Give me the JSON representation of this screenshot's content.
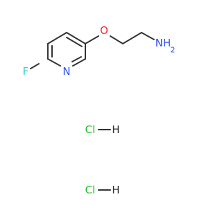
{
  "molecule": {
    "atoms": {
      "fluorine": "F",
      "nitrogen_ring": "N",
      "oxygen": "O",
      "amine": "NH",
      "amine_h_subscript": "2"
    },
    "salts": [
      {
        "cl": "Cl",
        "h": "H"
      },
      {
        "cl": "Cl",
        "h": "H"
      }
    ],
    "colors": {
      "bond": "#333333",
      "fluorine": "#33cccc",
      "nitrogen": "#3050f8",
      "oxygen": "#ff2a2a",
      "chlorine": "#1fbf1f",
      "hydrogen": "#333333"
    }
  }
}
